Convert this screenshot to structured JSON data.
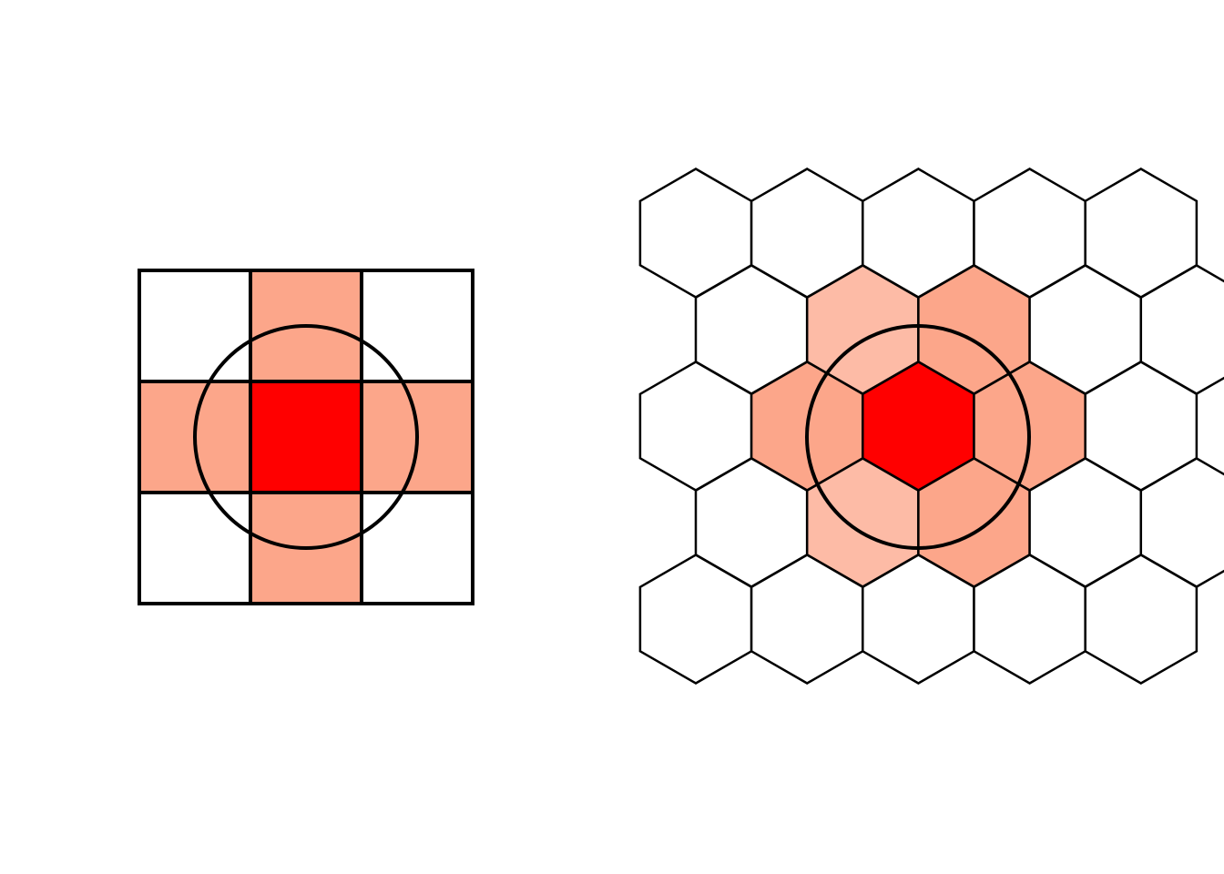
{
  "colors": {
    "background": "#ffffff",
    "stroke": "#000000",
    "center": "#ff0000",
    "neighbor_dark": "#fca68a",
    "neighbor_light": "#fdbba6",
    "empty": "#ffffff"
  },
  "square_grid": {
    "rows": 3,
    "cols": 3,
    "cells": [
      [
        "empty",
        "neighbor_dark",
        "empty"
      ],
      [
        "neighbor_dark",
        "center",
        "neighbor_dark"
      ],
      [
        "empty",
        "neighbor_dark",
        "empty"
      ]
    ],
    "circle": true
  },
  "hex_grid": {
    "rows": 5,
    "cols": 5,
    "odd_row_extra_partial": true,
    "highlighted": [
      {
        "row": 2,
        "col": 2,
        "fill": "center"
      },
      {
        "row": 1,
        "col": 1,
        "fill": "neighbor_light"
      },
      {
        "row": 1,
        "col": 2,
        "fill": "neighbor_dark"
      },
      {
        "row": 2,
        "col": 1,
        "fill": "neighbor_dark"
      },
      {
        "row": 2,
        "col": 3,
        "fill": "neighbor_dark"
      },
      {
        "row": 3,
        "col": 1,
        "fill": "neighbor_light"
      },
      {
        "row": 3,
        "col": 2,
        "fill": "neighbor_dark"
      }
    ],
    "circle": true
  }
}
